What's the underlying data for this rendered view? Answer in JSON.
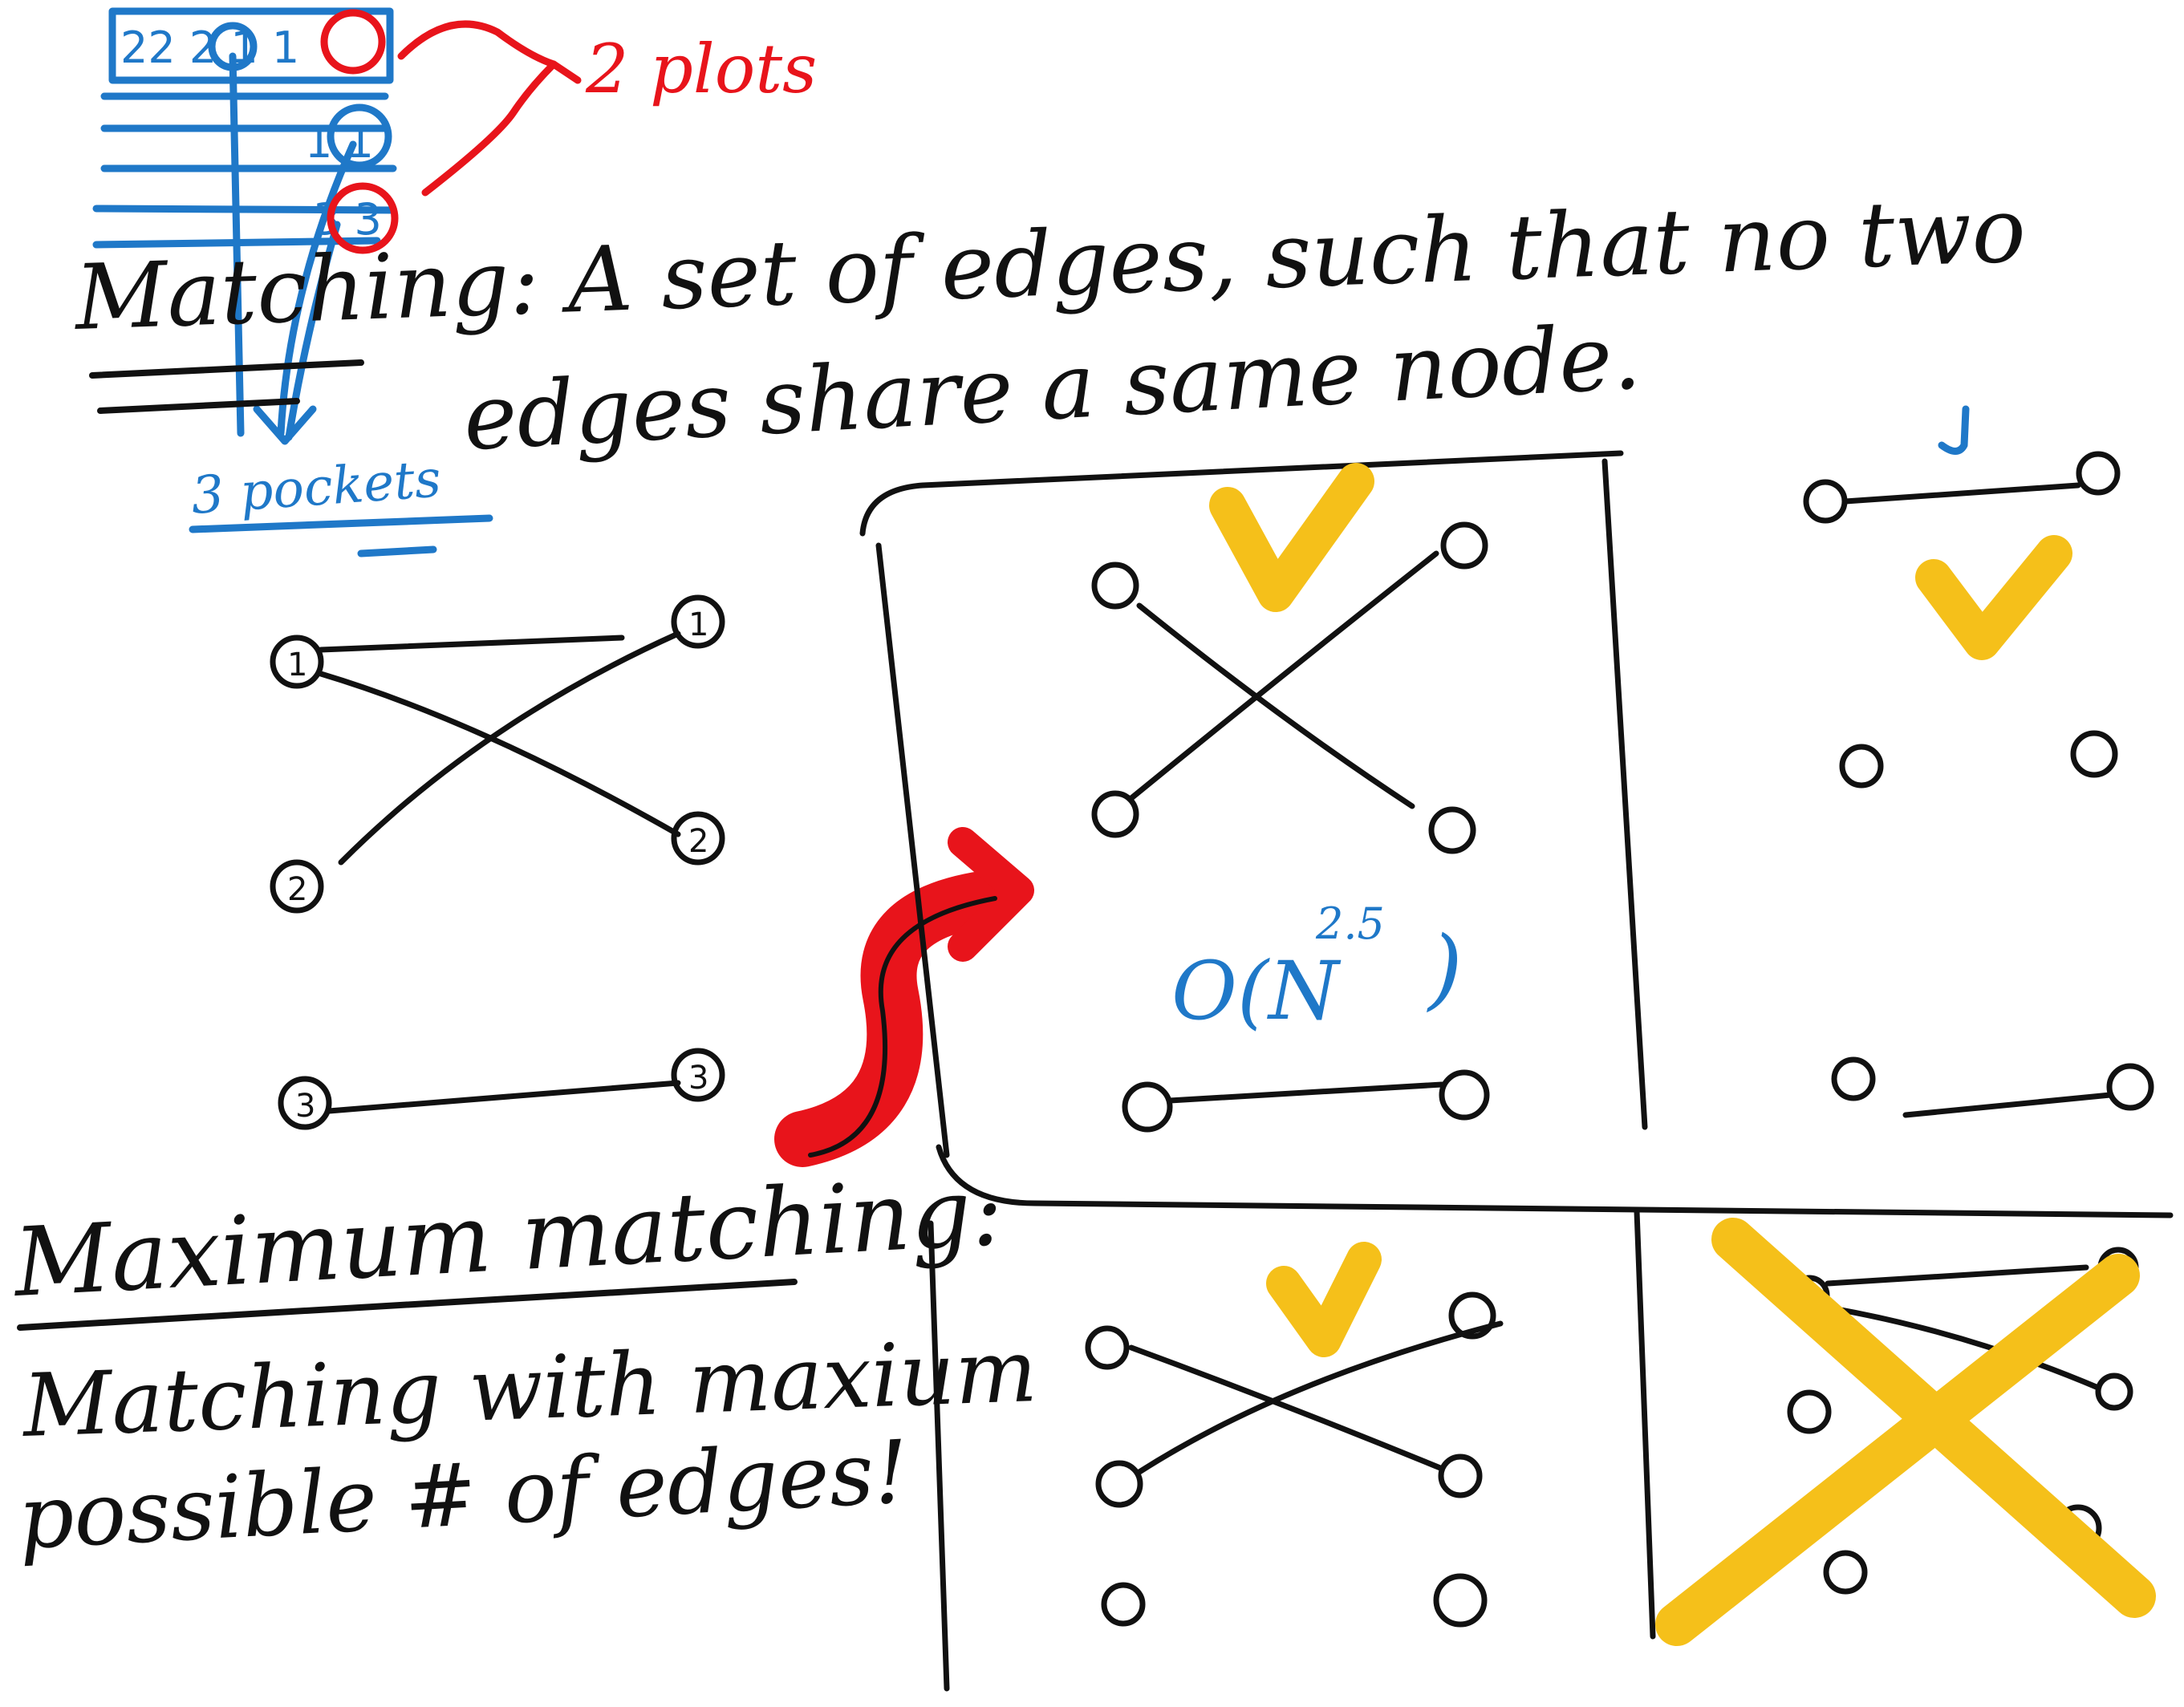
{
  "colors": {
    "ink": "#111111",
    "blue": "#1f78c8",
    "red": "#e8141b",
    "yellow": "#f5c01a"
  },
  "notes": {
    "matching_line1": "Matching: A set of edges, such that no two",
    "matching_line2": "edges share a same node.",
    "max_heading": "Maximum matching:",
    "max_line1": "Matching with maxium",
    "max_line2": "possible # of edges!",
    "complexity": "O(N",
    "complexity_exp": "2.5",
    "complexity_close": ")"
  },
  "table_sketch": {
    "row1": "22 2 1 1",
    "row2": "1 1",
    "row3": "3 3",
    "red_note": "2 plots",
    "blue_note": "3 pockets"
  },
  "graph_labels": {
    "g1_left_top": "1",
    "g1_right_top": "1",
    "g1_left_mid": "2",
    "g1_right_mid": "2",
    "g1_left_bot": "3",
    "g1_right_bot": "3"
  },
  "marks": {
    "graph_main": "checkmark-icon",
    "graph_top_right": "checkmark-icon",
    "graph_bottom_mid": "checkmark-icon",
    "graph_bottom_right": "cross-icon"
  }
}
